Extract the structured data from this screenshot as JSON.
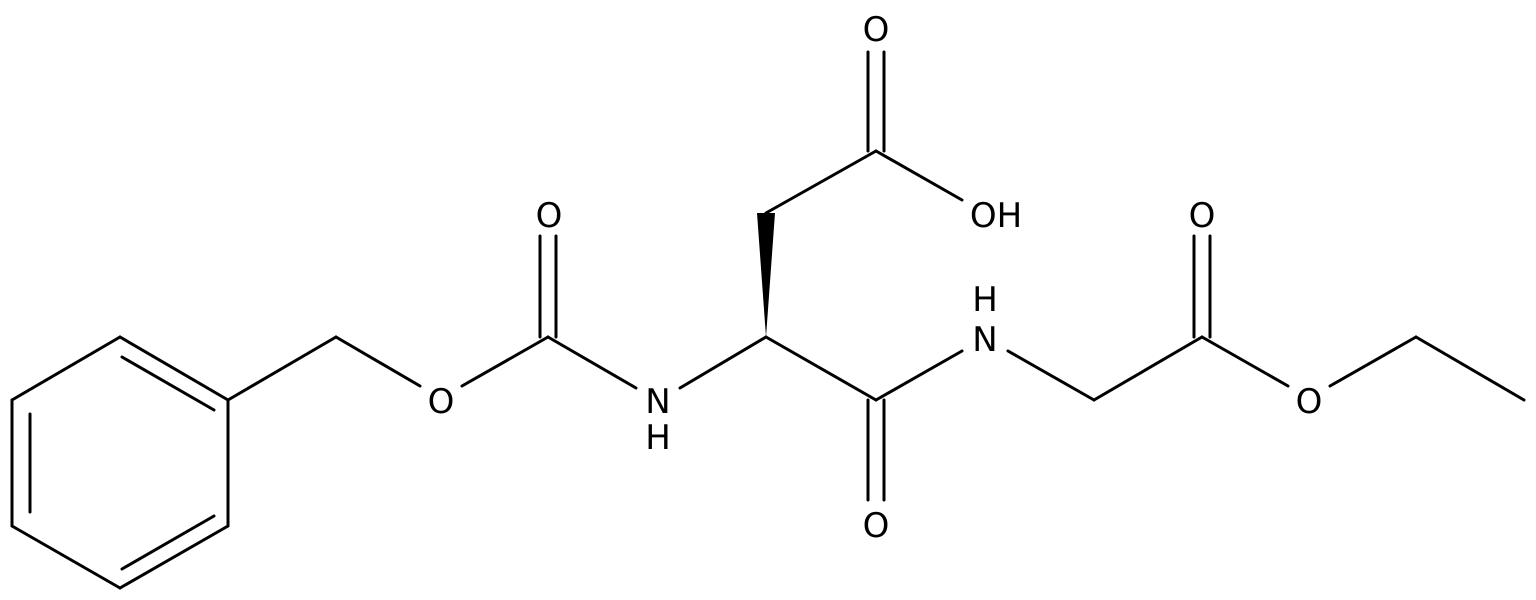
{
  "structure": {
    "atoms": {
      "o_ester_benzyl": "O",
      "o_carbamate": "O",
      "n_carbamate_n": "N",
      "n_carbamate_h": "H",
      "o_acid_carbonyl": "O",
      "o_acid_hydroxyl": "OH",
      "o_amide": "O",
      "n_amide_h": "H",
      "n_amide_n": "N",
      "o_glycine_carbonyl": "O",
      "o_ethyl_ester": "O"
    },
    "colors": {
      "bond": "#000000",
      "label": "#000000",
      "background": "#ffffff"
    }
  }
}
